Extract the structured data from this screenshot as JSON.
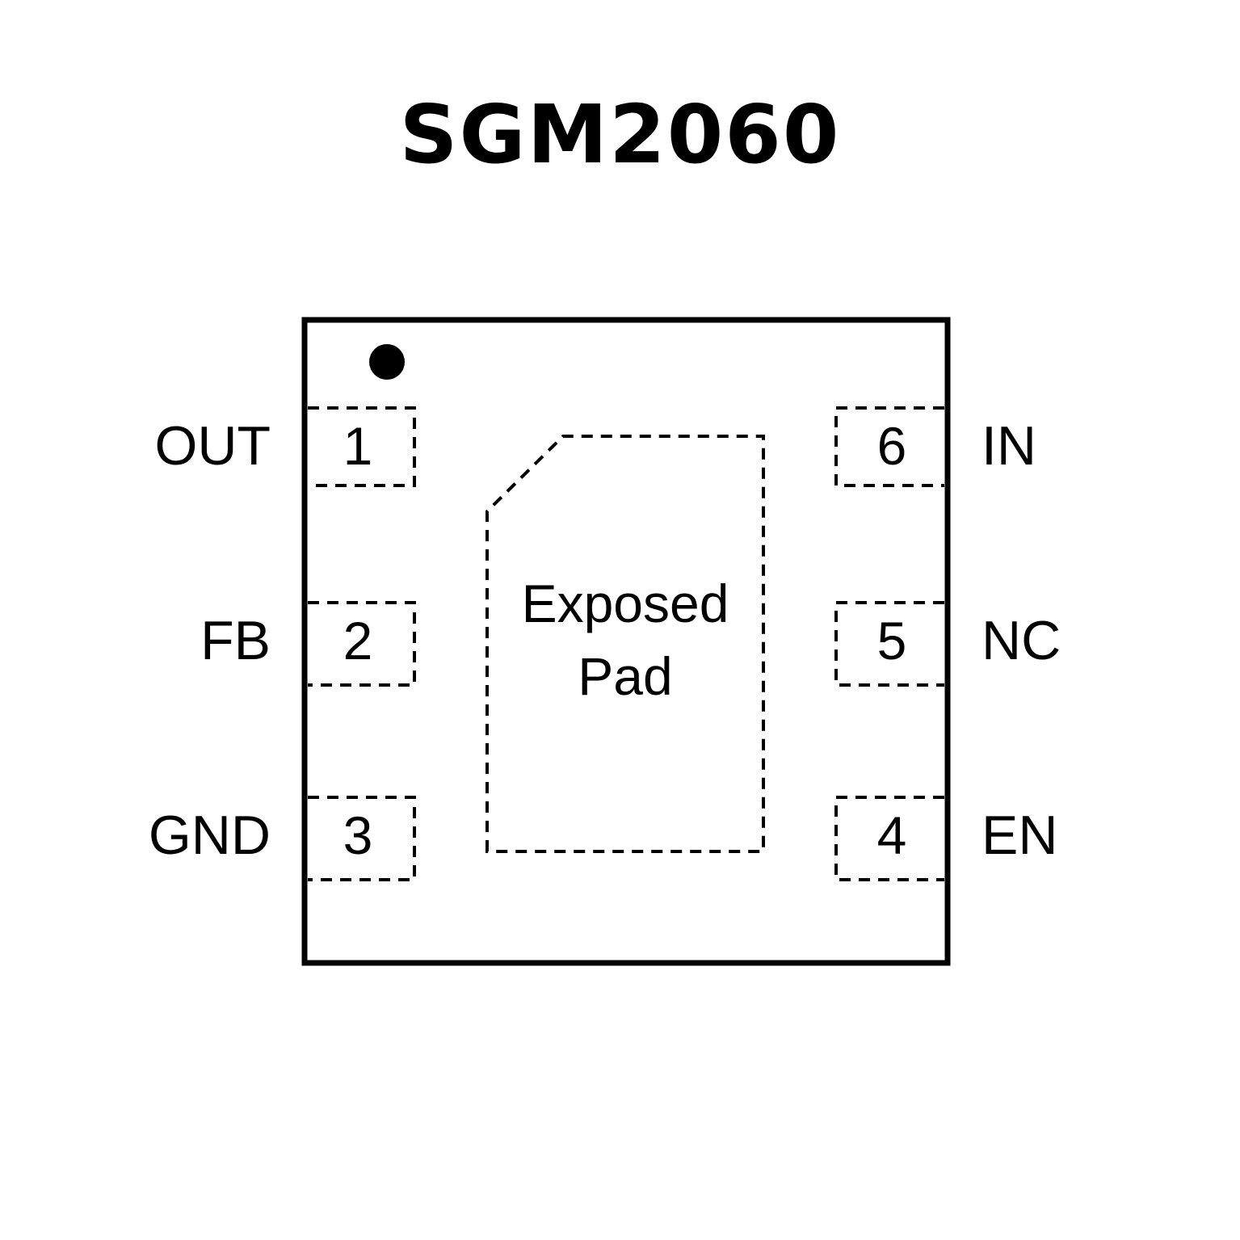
{
  "title": "SGM2060",
  "package": {
    "exposed_pad_label_line1": "Exposed",
    "exposed_pad_label_line2": "Pad",
    "pin1_marker": "dot"
  },
  "pins_left": [
    {
      "number": "1",
      "name": "OUT"
    },
    {
      "number": "2",
      "name": "FB"
    },
    {
      "number": "3",
      "name": "GND"
    }
  ],
  "pins_right": [
    {
      "number": "6",
      "name": "IN"
    },
    {
      "number": "5",
      "name": "NC"
    },
    {
      "number": "4",
      "name": "EN"
    }
  ]
}
